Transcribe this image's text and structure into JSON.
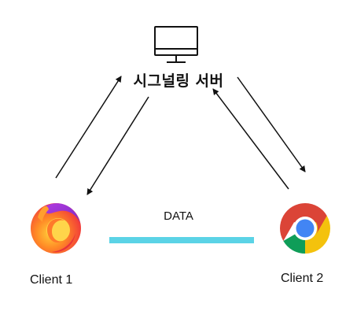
{
  "server": {
    "label": "시그널링 서버",
    "icon": "monitor-icon"
  },
  "clients": [
    {
      "label": "Client 1",
      "icon": "firefox-browser-icon"
    },
    {
      "label": "Client 2",
      "icon": "chrome-browser-icon"
    }
  ],
  "data_link": {
    "label": "DATA",
    "color": "#5bd3e6"
  },
  "colors": {
    "arrow": "#111111",
    "firefox_orange": "#ff6b2c",
    "firefox_purple": "#9b3bd1",
    "chrome_red": "#db4437",
    "chrome_yellow": "#f4c20d",
    "chrome_green": "#0f9d58",
    "chrome_blue": "#4285f4"
  }
}
